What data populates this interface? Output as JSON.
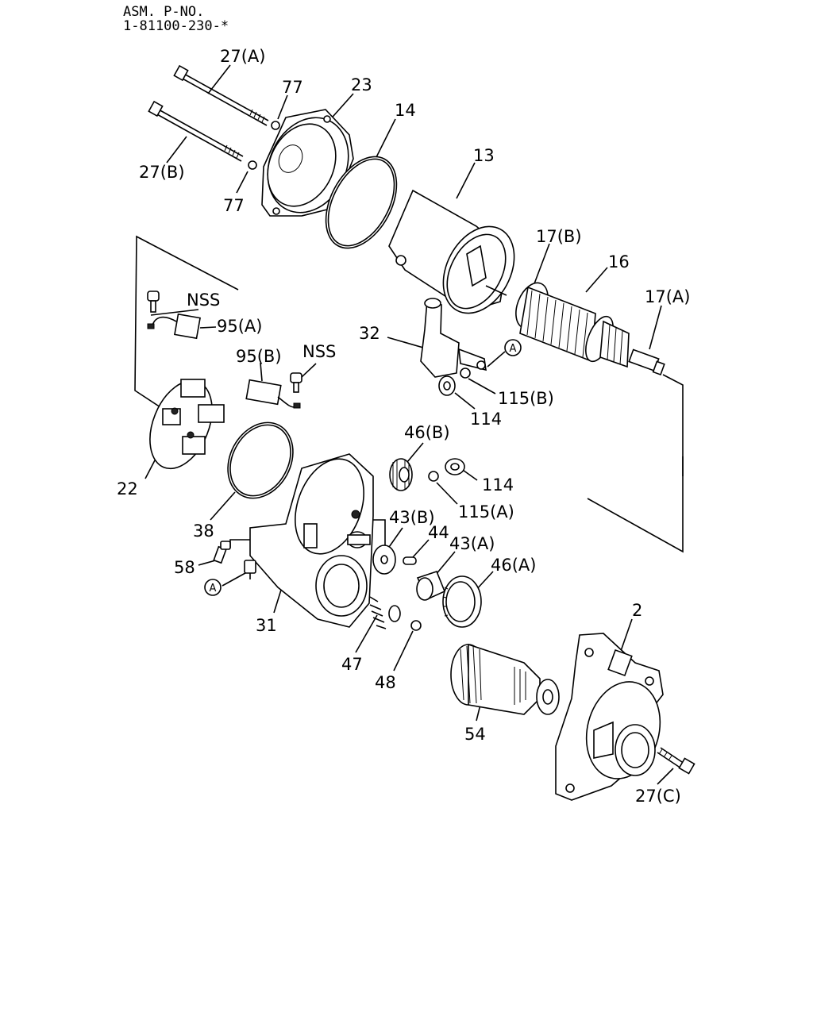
{
  "header": {
    "line1": "ASM. P-NO.",
    "line2": "1-81100-230-*"
  },
  "labels": {
    "p27a": "27(A)",
    "p27b": "27(B)",
    "p27c": "27(C)",
    "p77a": "77",
    "p77b": "77",
    "p23": "23",
    "p14": "14",
    "p13": "13",
    "p17b": "17(B)",
    "p16": "16",
    "p17a": "17(A)",
    "nss1": "NSS",
    "p95a": "95(A)",
    "p95b": "95(B)",
    "nss2": "NSS",
    "p32": "32",
    "ref_a1": "A",
    "p115b": "115(B)",
    "p114a": "114",
    "p22": "22",
    "p38": "38",
    "p46b": "46(B)",
    "p114b": "114",
    "p115a": "115(A)",
    "p43b": "43(B)",
    "p44": "44",
    "p43a": "43(A)",
    "p46a": "46(A)",
    "p58": "58",
    "ref_a2": "A",
    "p31": "31",
    "p2": "2",
    "p47": "47",
    "p48": "48",
    "p54": "54"
  }
}
